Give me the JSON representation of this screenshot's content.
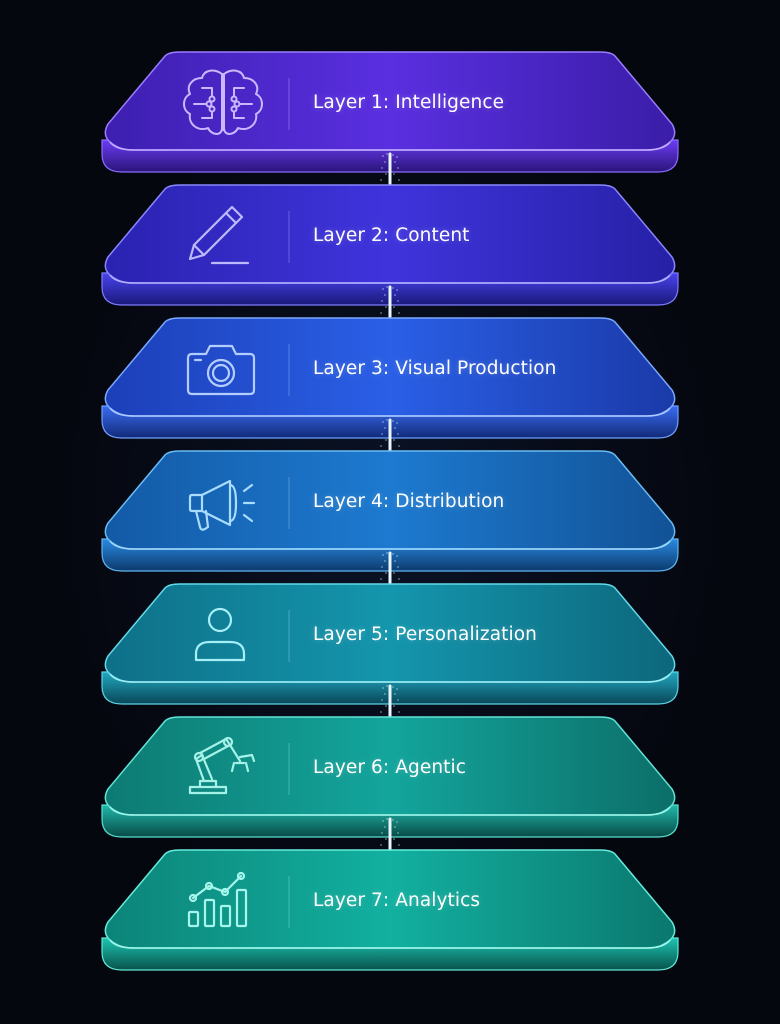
{
  "layers": [
    {
      "label": "Layer 1: Intelligence",
      "icon": "brain-circuit-icon",
      "color": "#6a3cf0"
    },
    {
      "label": "Layer 2: Content",
      "icon": "pencil-icon",
      "color": "#4b34e8"
    },
    {
      "label": "Layer 3: Visual Production",
      "icon": "camera-icon",
      "color": "#2f58e6"
    },
    {
      "label": "Layer 4: Distribution",
      "icon": "megaphone-icon",
      "color": "#1f78d2"
    },
    {
      "label": "Layer 5: Personalization",
      "icon": "user-icon",
      "color": "#1496ad"
    },
    {
      "label": "Layer 6: Agentic",
      "icon": "robot-arm-icon",
      "color": "#13a59c"
    },
    {
      "label": "Layer 7: Analytics",
      "icon": "bar-chart-icon",
      "color": "#12b0a0"
    }
  ]
}
